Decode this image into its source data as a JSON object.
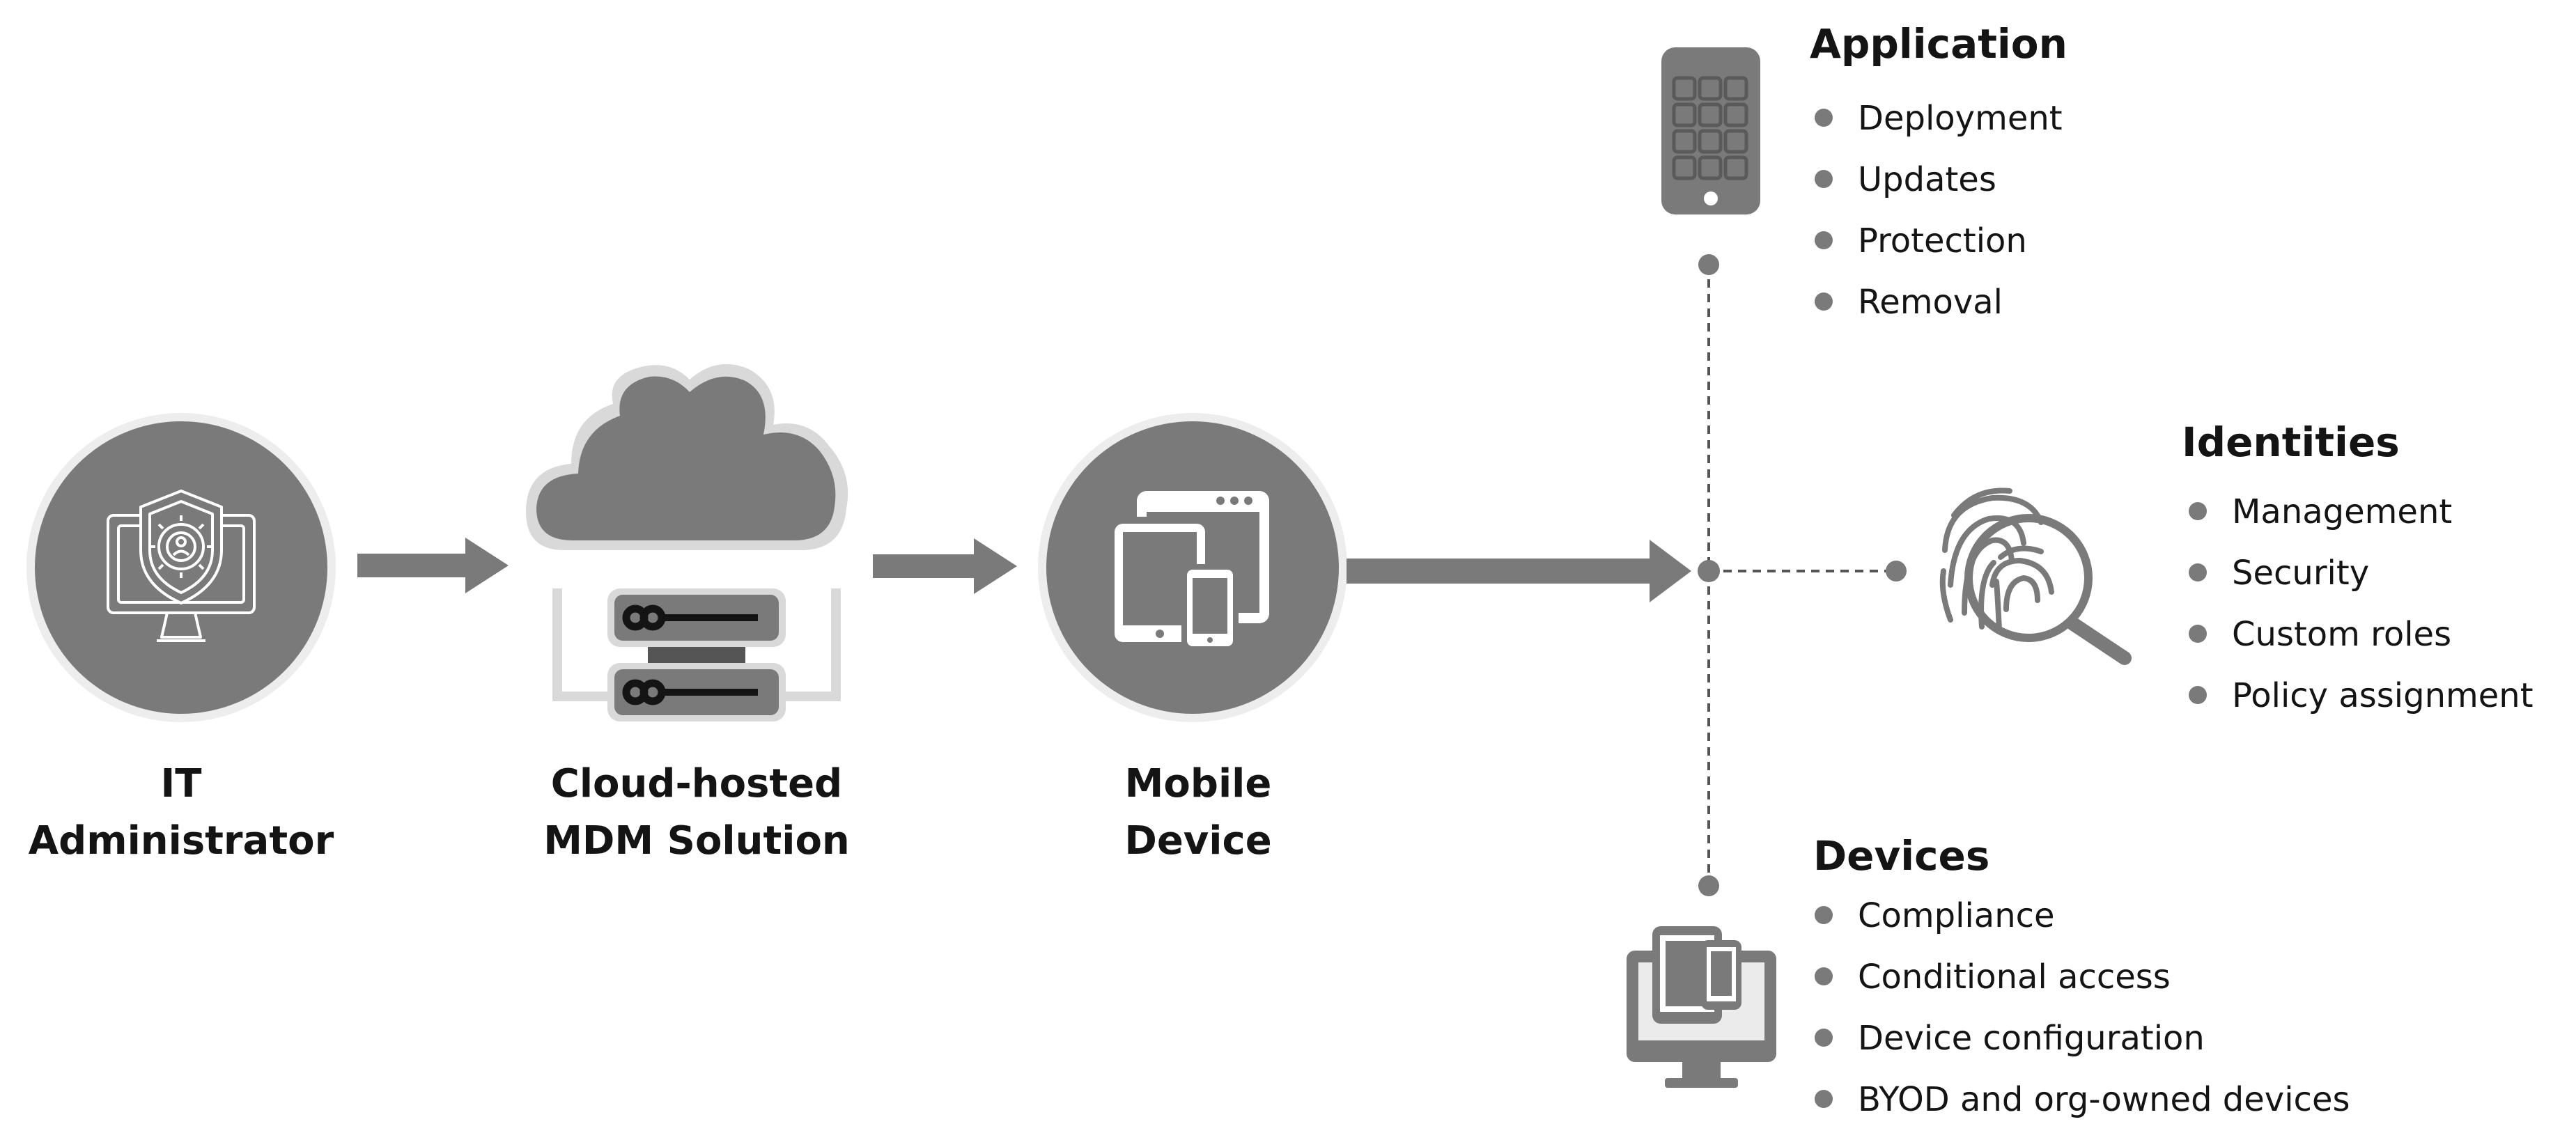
{
  "diagram": {
    "nodes": [
      {
        "id": "it-admin",
        "label_lines": [
          "IT",
          "Administrator"
        ]
      },
      {
        "id": "mdm",
        "label_lines": [
          "Cloud-hosted",
          "MDM Solution"
        ]
      },
      {
        "id": "mobile",
        "label_lines": [
          "Mobile",
          "Device"
        ]
      }
    ],
    "groups": {
      "application": {
        "title": "Application",
        "icon": "phone-apps-icon",
        "items": [
          "Deployment",
          "Updates",
          "Protection",
          "Removal"
        ]
      },
      "identities": {
        "title": "Identities",
        "icon": "fingerprint-magnifier-icon",
        "items": [
          "Management",
          "Security",
          "Custom roles",
          "Policy assignment"
        ]
      },
      "devices": {
        "title": "Devices",
        "icon": "multi-device-icon",
        "items": [
          "Compliance",
          "Conditional access",
          "Device configuration",
          "BYOD and org-owned devices"
        ]
      }
    },
    "colors": {
      "fill": "#7a7a7a",
      "ring": "#e6e6e6",
      "text": "#141414",
      "line": "#555555"
    }
  }
}
